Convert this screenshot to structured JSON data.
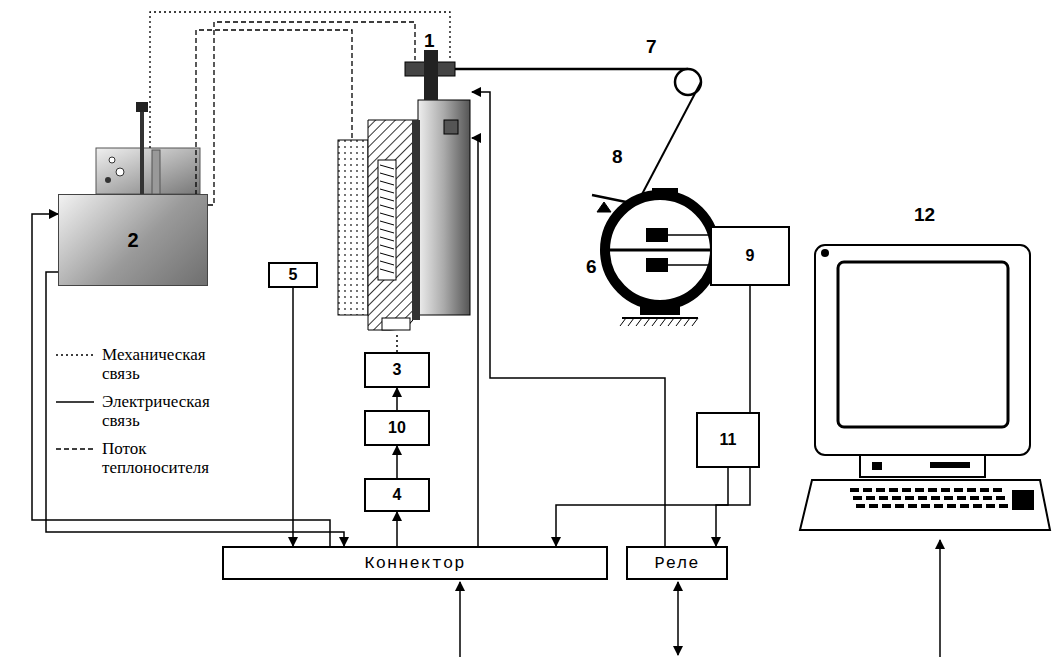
{
  "diagram": {
    "nodes": [
      {
        "text": [
          "2"
        ]
      },
      {
        "text": [
          "5"
        ]
      },
      {
        "text": [
          "3"
        ]
      },
      {
        "text": [
          "10"
        ]
      },
      {
        "text": [
          "4"
        ]
      },
      {
        "text": [
          "9"
        ]
      },
      {
        "text": [
          "11"
        ]
      },
      {
        "text": [
          "Коннектор"
        ]
      },
      {
        "text": [
          "Реле"
        ]
      }
    ],
    "edges": [
      {
        "from": 7,
        "to": 0,
        "arrow": "to"
      },
      {
        "from": 0,
        "to": 7,
        "arrow": "to"
      },
      {
        "from": 1,
        "to": 7,
        "arrow": "to"
      },
      {
        "from": 7,
        "to": 4,
        "arrow": "to"
      },
      {
        "from": 4,
        "to": 3,
        "arrow": "to"
      },
      {
        "from": 3,
        "to": 2,
        "arrow": "to"
      },
      {
        "from": 5,
        "to": 7,
        "arrow": "to"
      },
      {
        "from": 6,
        "to": 8,
        "arrow": "to"
      }
    ],
    "labels": [
      "1",
      "7",
      "8",
      "6",
      "12"
    ],
    "legend": [
      {
        "text": "Механическая связь"
      },
      {
        "text": "Электрическая связь"
      },
      {
        "text": "Поток теплоносителя"
      }
    ]
  }
}
